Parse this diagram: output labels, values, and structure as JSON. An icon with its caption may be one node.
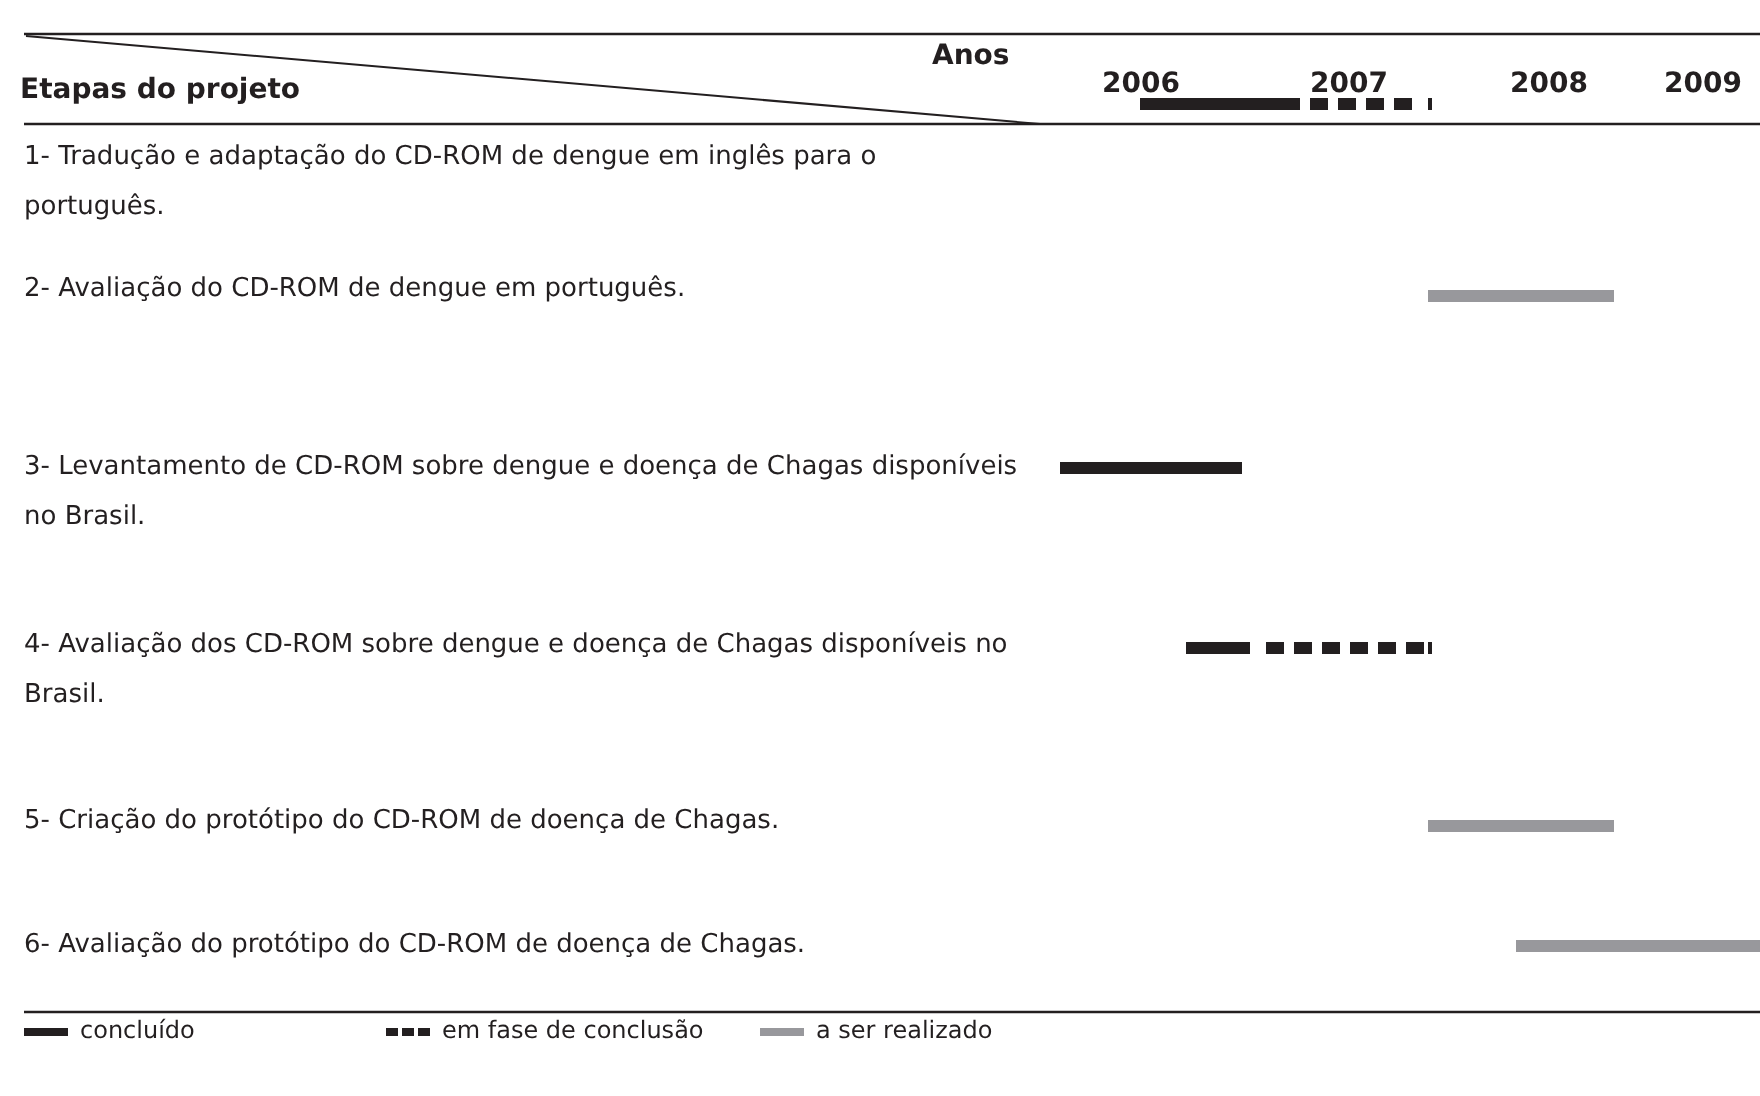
{
  "diagram": {
    "labels": [
      "Etapas do projeto",
      "Anos",
      "2006",
      "2007",
      "2008",
      "2009",
      "1- Tradução e adaptação do CD-ROM de dengue em inglês para o português.",
      "2- Avaliação do CD-ROM de dengue em português.",
      "3- Levantamento de CD-ROM sobre dengue e doença de Chagas disponíveis no Brasil.",
      "4- Avaliação dos CD-ROM sobre dengue e doença de Chagas disponíveis no Brasil.",
      "5- Criação do protótipo do CD-ROM de doença de Chagas.",
      "6- Avaliação do protótipo do CD-ROM de doença de Chagas."
    ],
    "legend": [
      {
        "text": "concluído",
        "color": "#231f20"
      },
      {
        "text": "em fase de conclusão"
      },
      {
        "text": "a ser realizado",
        "color": "#98989c"
      }
    ]
  }
}
